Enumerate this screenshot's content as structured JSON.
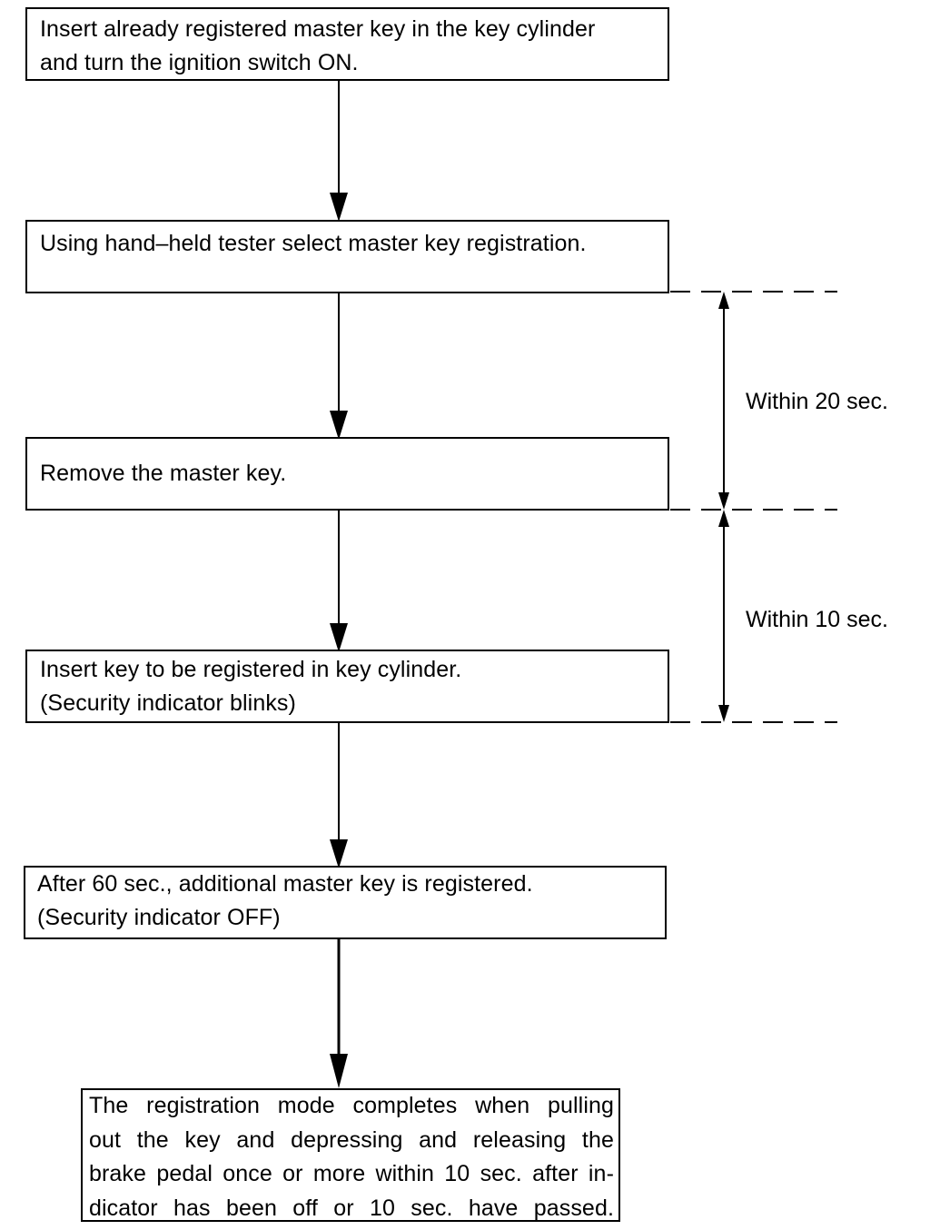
{
  "steps": [
    {
      "lines": [
        "Insert already registered master key in the key cylinder",
        "and turn the ignition switch ON."
      ]
    },
    {
      "lines": [
        "Using hand–held tester select master key registration."
      ]
    },
    {
      "lines": [
        "Remove the master key."
      ]
    },
    {
      "lines": [
        "Insert key to be registered in key cylinder.",
        "(Security indicator blinks)"
      ]
    },
    {
      "lines": [
        "After 60 sec., additional master key is registered.",
        "(Security indicator OFF)"
      ]
    },
    {
      "lines": [
        "The registration mode completes when pulling",
        "out the key and depressing and releasing the",
        "brake pedal once or more within 10 sec. after in-",
        "dicator has been off or 10 sec. have passed."
      ]
    }
  ],
  "timings": [
    {
      "label": "Within 20 sec."
    },
    {
      "label": "Within 10 sec."
    }
  ]
}
